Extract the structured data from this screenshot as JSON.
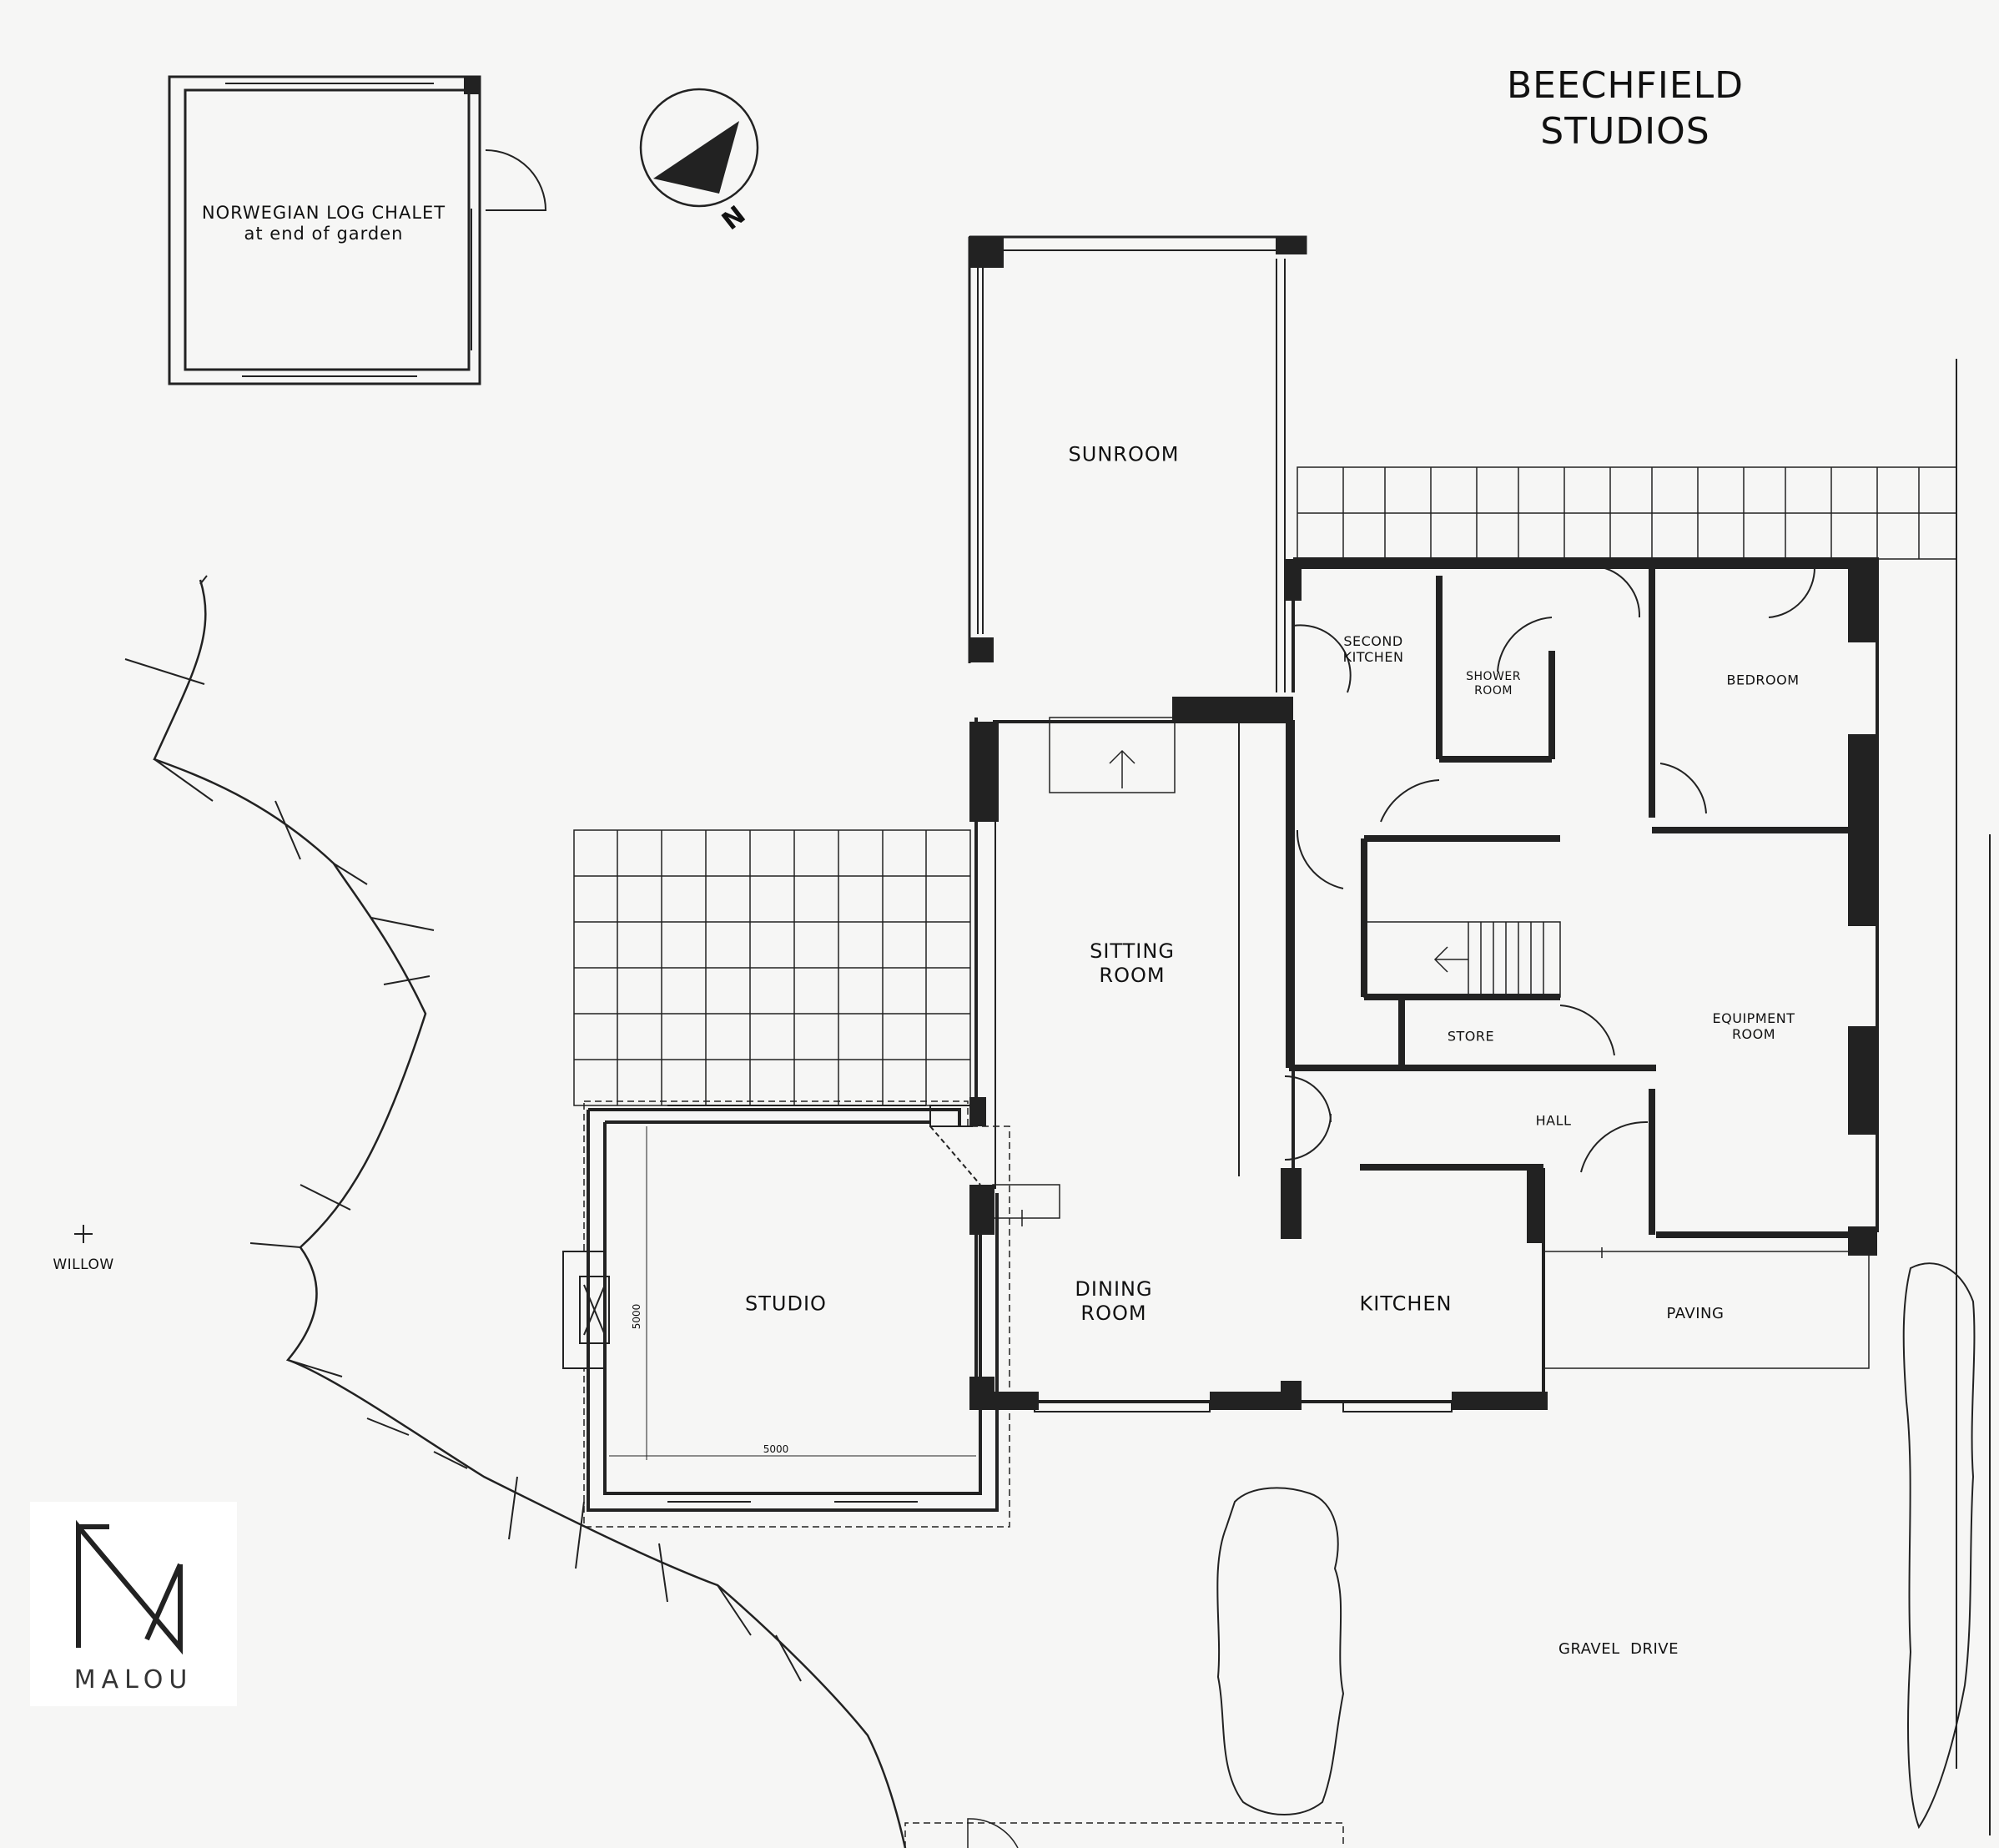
{
  "title": {
    "line1": "BEECHFIELD",
    "line2": "STUDIOS"
  },
  "compass": {
    "label": "N"
  },
  "chalet": {
    "line1": "NORWEGIAN LOG CHALET",
    "line2": "at end of garden"
  },
  "rooms": {
    "sunroom": "SUNROOM",
    "sitting_room_1": "SITTING",
    "sitting_room_2": "ROOM",
    "second_kitchen_1": "SECOND",
    "second_kitchen_2": "KITCHEN",
    "shower_room_1": "SHOWER",
    "shower_room_2": "ROOM",
    "bedroom": "BEDROOM",
    "store": "STORE",
    "equipment_room_1": "EQUIPMENT",
    "equipment_room_2": "ROOM",
    "hall": "HALL",
    "studio": "STUDIO",
    "dining_room_1": "DINING",
    "dining_room_2": "ROOM",
    "kitchen": "KITCHEN",
    "paving": "PAVING",
    "gravel_drive": "GRAVEL  DRIVE",
    "willow": "WILLOW"
  },
  "dimensions": {
    "studio_width": "5000",
    "studio_depth": "5000"
  },
  "logo": {
    "word": "MALOU"
  }
}
